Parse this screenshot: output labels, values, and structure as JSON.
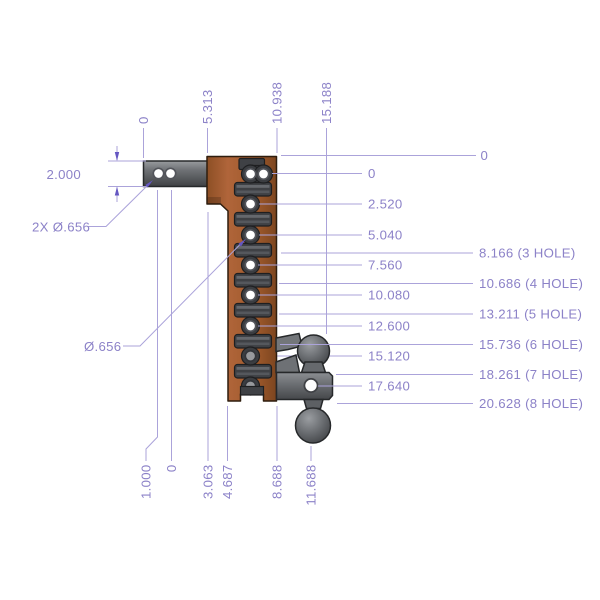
{
  "drawing": {
    "type": "trailer-hitch-adjustable-drop-dimension-drawing",
    "colors": {
      "dimension_text": "#8c82c8",
      "dimension_line": "#aba3da",
      "arrow": "#6557c2",
      "channel_brown": "#a05a2c",
      "steel_gray": "#6e7175",
      "background": "#ffffff"
    },
    "dims": {
      "top": [
        "0",
        "5.313",
        "10.938",
        "15.188"
      ],
      "bottom": [
        "1.000",
        "0",
        "3.063",
        "4.687",
        "8.688",
        "11.688"
      ],
      "right_origin": "0",
      "holes": [
        "0",
        "2.520",
        "5.040",
        "7.560",
        "10.080",
        "12.600",
        "15.120",
        "17.640"
      ],
      "drops": [
        "8.166 (3 HOLE)",
        "10.686 (4 HOLE)",
        "13.211 (5 HOLE)",
        "15.736 (6 HOLE)",
        "18.261 (7 HOLE)",
        "20.628 (8 HOLE)"
      ],
      "shank_height": "2.000",
      "shank_holes": "2X Ø.656",
      "adjustment_hole": "Ø.656"
    }
  }
}
